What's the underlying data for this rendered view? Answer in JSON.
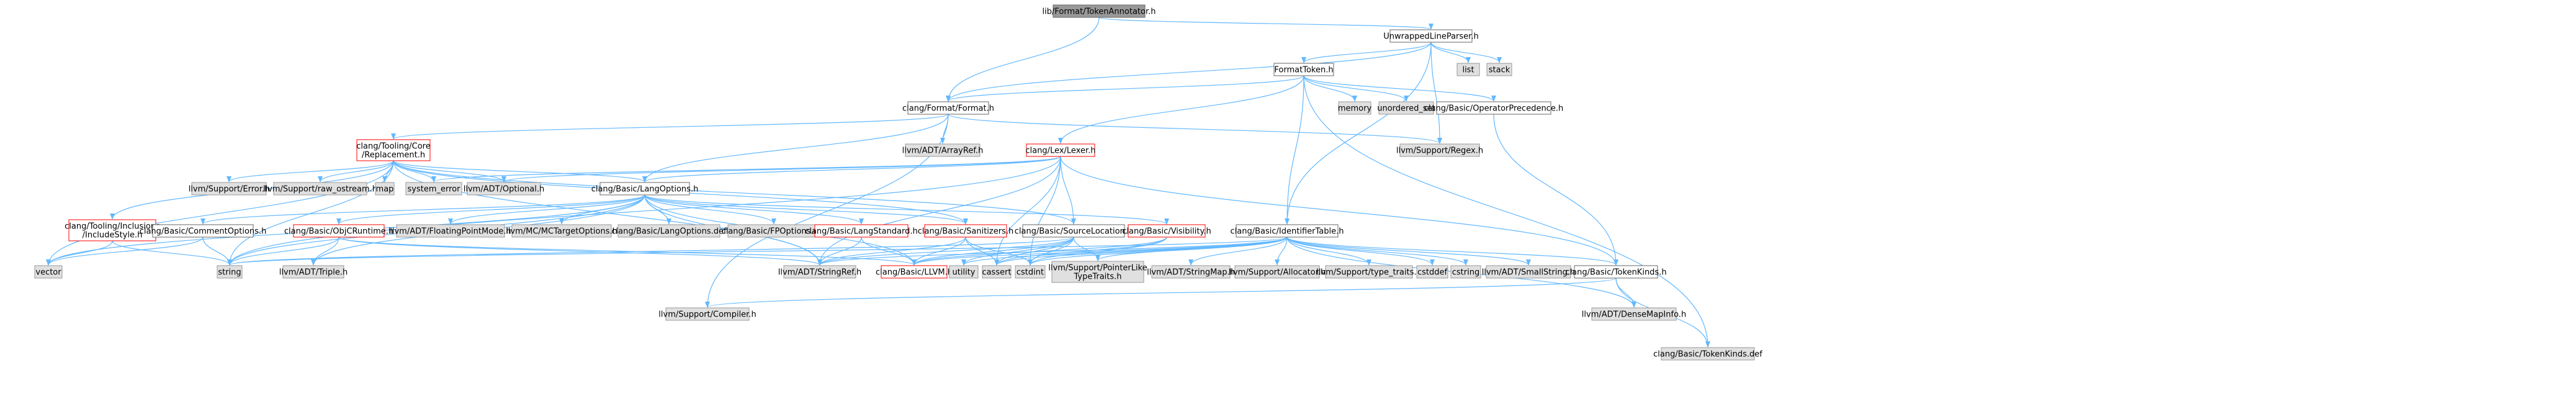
{
  "graph_title": "lib/Format/TokenAnnotator.h",
  "colors": {
    "edge": "#63b8ff",
    "root_fill": "#999999",
    "header_fill": "#ffffff",
    "header_border": "#666666",
    "header_red_border": "#ff0000",
    "system_fill": "#e0e0e0",
    "system_border": "#999999"
  },
  "nodes": [
    {
      "id": "TokenAnnotator",
      "lines": [
        "lib/Format/TokenAnnotator.h"
      ],
      "style": "root"
    },
    {
      "id": "UnwrappedLineParser",
      "lines": [
        "UnwrappedLineParser.h"
      ],
      "style": "header"
    },
    {
      "id": "list",
      "lines": [
        "list"
      ],
      "style": "system"
    },
    {
      "id": "stack",
      "lines": [
        "stack"
      ],
      "style": "system"
    },
    {
      "id": "FormatToken",
      "lines": [
        "FormatToken.h"
      ],
      "style": "header"
    },
    {
      "id": "ClangFormat",
      "lines": [
        "clang/Format/Format.h"
      ],
      "style": "header"
    },
    {
      "id": "memory",
      "lines": [
        "memory"
      ],
      "style": "system"
    },
    {
      "id": "unordered_set",
      "lines": [
        "unordered_set"
      ],
      "style": "system"
    },
    {
      "id": "OperatorPrecedence",
      "lines": [
        "clang/Basic/OperatorPrecedence.h"
      ],
      "style": "header"
    },
    {
      "id": "Replacement",
      "lines": [
        "clang/Tooling/Core",
        "/Replacement.h"
      ],
      "style": "red"
    },
    {
      "id": "ArrayRef",
      "lines": [
        "llvm/ADT/ArrayRef.h"
      ],
      "style": "system"
    },
    {
      "id": "Lexer",
      "lines": [
        "clang/Lex/Lexer.h"
      ],
      "style": "red"
    },
    {
      "id": "Regex",
      "lines": [
        "llvm/Support/Regex.h"
      ],
      "style": "system"
    },
    {
      "id": "SupportError",
      "lines": [
        "llvm/Support/Error.h"
      ],
      "style": "system"
    },
    {
      "id": "RawOstream",
      "lines": [
        "llvm/Support/raw_ostream.h"
      ],
      "style": "system"
    },
    {
      "id": "map",
      "lines": [
        "map"
      ],
      "style": "system"
    },
    {
      "id": "system_error",
      "lines": [
        "system_error"
      ],
      "style": "system"
    },
    {
      "id": "Optional",
      "lines": [
        "llvm/ADT/Optional.h"
      ],
      "style": "system"
    },
    {
      "id": "LangOptions",
      "lines": [
        "clang/Basic/LangOptions.h"
      ],
      "style": "header"
    },
    {
      "id": "IncludeStyle",
      "lines": [
        "clang/Tooling/Inclusions",
        "/IncludeStyle.h"
      ],
      "style": "red"
    },
    {
      "id": "CommentOptions",
      "lines": [
        "clang/Basic/CommentOptions.h"
      ],
      "style": "header"
    },
    {
      "id": "ObjCRuntime",
      "lines": [
        "clang/Basic/ObjCRuntime.h"
      ],
      "style": "red"
    },
    {
      "id": "FloatingPointMode",
      "lines": [
        "llvm/ADT/FloatingPointMode.h"
      ],
      "style": "system"
    },
    {
      "id": "MCTargetOptions",
      "lines": [
        "llvm/MC/MCTargetOptions.h"
      ],
      "style": "system"
    },
    {
      "id": "LangOptionsDef",
      "lines": [
        "clang/Basic/LangOptions.def"
      ],
      "style": "system"
    },
    {
      "id": "FPOptionsDef",
      "lines": [
        "clang/Basic/FPOptions.def"
      ],
      "style": "system"
    },
    {
      "id": "LangStandard",
      "lines": [
        "clang/Basic/LangStandard.h"
      ],
      "style": "red"
    },
    {
      "id": "Sanitizers",
      "lines": [
        "clang/Basic/Sanitizers.h"
      ],
      "style": "red"
    },
    {
      "id": "SourceLocation",
      "lines": [
        "clang/Basic/SourceLocation.h"
      ],
      "style": "header"
    },
    {
      "id": "Visibility",
      "lines": [
        "clang/Basic/Visibility.h"
      ],
      "style": "red"
    },
    {
      "id": "IdentifierTable",
      "lines": [
        "clang/Basic/IdentifierTable.h"
      ],
      "style": "header"
    },
    {
      "id": "vector",
      "lines": [
        "vector"
      ],
      "style": "system"
    },
    {
      "id": "string",
      "lines": [
        "string"
      ],
      "style": "system"
    },
    {
      "id": "Triple",
      "lines": [
        "llvm/ADT/Triple.h"
      ],
      "style": "system"
    },
    {
      "id": "StringRef",
      "lines": [
        "llvm/ADT/StringRef.h"
      ],
      "style": "system"
    },
    {
      "id": "ClangLLVM",
      "lines": [
        "clang/Basic/LLVM.h"
      ],
      "style": "red"
    },
    {
      "id": "utility",
      "lines": [
        "utility"
      ],
      "style": "system"
    },
    {
      "id": "cassert",
      "lines": [
        "cassert"
      ],
      "style": "system"
    },
    {
      "id": "cstdint",
      "lines": [
        "cstdint"
      ],
      "style": "system"
    },
    {
      "id": "PointerLikeTypeTraits",
      "lines": [
        "llvm/Support/PointerLike",
        "TypeTraits.h"
      ],
      "style": "system"
    },
    {
      "id": "StringMap",
      "lines": [
        "llvm/ADT/StringMap.h"
      ],
      "style": "system"
    },
    {
      "id": "Allocator",
      "lines": [
        "llvm/Support/Allocator.h"
      ],
      "style": "system"
    },
    {
      "id": "TypeTraits",
      "lines": [
        "llvm/Support/type_traits.h"
      ],
      "style": "system"
    },
    {
      "id": "cstddef",
      "lines": [
        "cstddef"
      ],
      "style": "system"
    },
    {
      "id": "cstring",
      "lines": [
        "cstring"
      ],
      "style": "system"
    },
    {
      "id": "SmallString",
      "lines": [
        "llvm/ADT/SmallString.h"
      ],
      "style": "system"
    },
    {
      "id": "TokenKinds",
      "lines": [
        "clang/Basic/TokenKinds.h"
      ],
      "style": "header"
    },
    {
      "id": "SupportCompiler",
      "lines": [
        "llvm/Support/Compiler.h"
      ],
      "style": "system"
    },
    {
      "id": "DenseMapInfo",
      "lines": [
        "llvm/ADT/DenseMapInfo.h"
      ],
      "style": "system"
    },
    {
      "id": "TokenKindsDef",
      "lines": [
        "clang/Basic/TokenKinds.def"
      ],
      "style": "system"
    }
  ],
  "edges": [
    [
      "TokenAnnotator",
      "UnwrappedLineParser"
    ],
    [
      "TokenAnnotator",
      "ClangFormat"
    ],
    [
      "UnwrappedLineParser",
      "list"
    ],
    [
      "UnwrappedLineParser",
      "stack"
    ],
    [
      "UnwrappedLineParser",
      "FormatToken"
    ],
    [
      "UnwrappedLineParser",
      "ClangFormat"
    ],
    [
      "UnwrappedLineParser",
      "Regex"
    ],
    [
      "UnwrappedLineParser",
      "IdentifierTable"
    ],
    [
      "FormatToken",
      "ClangFormat"
    ],
    [
      "FormatToken",
      "memory"
    ],
    [
      "FormatToken",
      "unordered_set"
    ],
    [
      "FormatToken",
      "OperatorPrecedence"
    ],
    [
      "FormatToken",
      "Lexer"
    ],
    [
      "FormatToken",
      "IdentifierTable"
    ],
    [
      "FormatToken",
      "TokenKindsDef"
    ],
    [
      "OperatorPrecedence",
      "TokenKinds"
    ],
    [
      "ClangFormat",
      "Replacement"
    ],
    [
      "ClangFormat",
      "ArrayRef"
    ],
    [
      "ClangFormat",
      "Regex"
    ],
    [
      "ClangFormat",
      "LangOptions"
    ],
    [
      "ClangFormat",
      "SupportCompiler"
    ],
    [
      "Replacement",
      "SupportError"
    ],
    [
      "Replacement",
      "RawOstream"
    ],
    [
      "Replacement",
      "map"
    ],
    [
      "Replacement",
      "system_error"
    ],
    [
      "Replacement",
      "Optional"
    ],
    [
      "Replacement",
      "LangOptions"
    ],
    [
      "Replacement",
      "SourceLocation"
    ],
    [
      "Replacement",
      "IncludeStyle"
    ],
    [
      "Replacement",
      "StringRef"
    ],
    [
      "Replacement",
      "string"
    ],
    [
      "Replacement",
      "vector"
    ],
    [
      "Replacement",
      "Sanitizers"
    ],
    [
      "Lexer",
      "LangOptions"
    ],
    [
      "Lexer",
      "SourceLocation"
    ],
    [
      "Lexer",
      "TokenKinds"
    ],
    [
      "Lexer",
      "Optional"
    ],
    [
      "Lexer",
      "StringRef"
    ],
    [
      "Lexer",
      "cassert"
    ],
    [
      "Lexer",
      "cstdint"
    ],
    [
      "Lexer",
      "string"
    ],
    [
      "Lexer",
      "system_error"
    ],
    [
      "LangOptions",
      "CommentOptions"
    ],
    [
      "LangOptions",
      "ObjCRuntime"
    ],
    [
      "LangOptions",
      "FloatingPointMode"
    ],
    [
      "LangOptions",
      "MCTargetOptions"
    ],
    [
      "LangOptions",
      "LangOptionsDef"
    ],
    [
      "LangOptions",
      "FPOptionsDef"
    ],
    [
      "LangOptions",
      "LangStandard"
    ],
    [
      "LangOptions",
      "Sanitizers"
    ],
    [
      "LangOptions",
      "Visibility"
    ],
    [
      "LangOptions",
      "ClangLLVM"
    ],
    [
      "LangOptions",
      "StringRef"
    ],
    [
      "LangOptions",
      "Triple"
    ],
    [
      "LangOptions",
      "string"
    ],
    [
      "LangOptions",
      "vector"
    ],
    [
      "IncludeStyle",
      "string"
    ],
    [
      "IncludeStyle",
      "vector"
    ],
    [
      "CommentOptions",
      "string"
    ],
    [
      "CommentOptions",
      "vector"
    ],
    [
      "ObjCRuntime",
      "ClangLLVM"
    ],
    [
      "ObjCRuntime",
      "StringRef"
    ],
    [
      "ObjCRuntime",
      "Triple"
    ],
    [
      "ObjCRuntime",
      "string"
    ],
    [
      "LangStandard",
      "ClangLLVM"
    ],
    [
      "LangStandard",
      "StringRef"
    ],
    [
      "Sanitizers",
      "ClangLLVM"
    ],
    [
      "Sanitizers",
      "StringRef"
    ],
    [
      "Sanitizers",
      "cassert"
    ],
    [
      "Sanitizers",
      "cstdint"
    ],
    [
      "SourceLocation",
      "ClangLLVM"
    ],
    [
      "SourceLocation",
      "StringRef"
    ],
    [
      "SourceLocation",
      "PointerLikeTypeTraits"
    ],
    [
      "SourceLocation",
      "cassert"
    ],
    [
      "SourceLocation",
      "cstdint"
    ],
    [
      "SourceLocation",
      "string"
    ],
    [
      "SourceLocation",
      "utility"
    ],
    [
      "Visibility",
      "ClangLLVM"
    ],
    [
      "Visibility",
      "cassert"
    ],
    [
      "Visibility",
      "cstdint"
    ],
    [
      "IdentifierTable",
      "ClangLLVM"
    ],
    [
      "IdentifierTable",
      "TokenKinds"
    ],
    [
      "IdentifierTable",
      "StringRef"
    ],
    [
      "IdentifierTable",
      "StringMap"
    ],
    [
      "IdentifierTable",
      "Allocator"
    ],
    [
      "IdentifierTable",
      "TypeTraits"
    ],
    [
      "IdentifierTable",
      "PointerLikeTypeTraits"
    ],
    [
      "IdentifierTable",
      "SmallString"
    ],
    [
      "IdentifierTable",
      "DenseMapInfo"
    ],
    [
      "IdentifierTable",
      "cassert"
    ],
    [
      "IdentifierTable",
      "cstddef"
    ],
    [
      "IdentifierTable",
      "cstdint"
    ],
    [
      "IdentifierTable",
      "cstring"
    ],
    [
      "IdentifierTable",
      "string"
    ],
    [
      "IdentifierTable",
      "utility"
    ],
    [
      "TokenKinds",
      "SupportCompiler"
    ],
    [
      "TokenKinds",
      "DenseMapInfo"
    ],
    [
      "TokenKinds",
      "TokenKindsDef"
    ]
  ]
}
